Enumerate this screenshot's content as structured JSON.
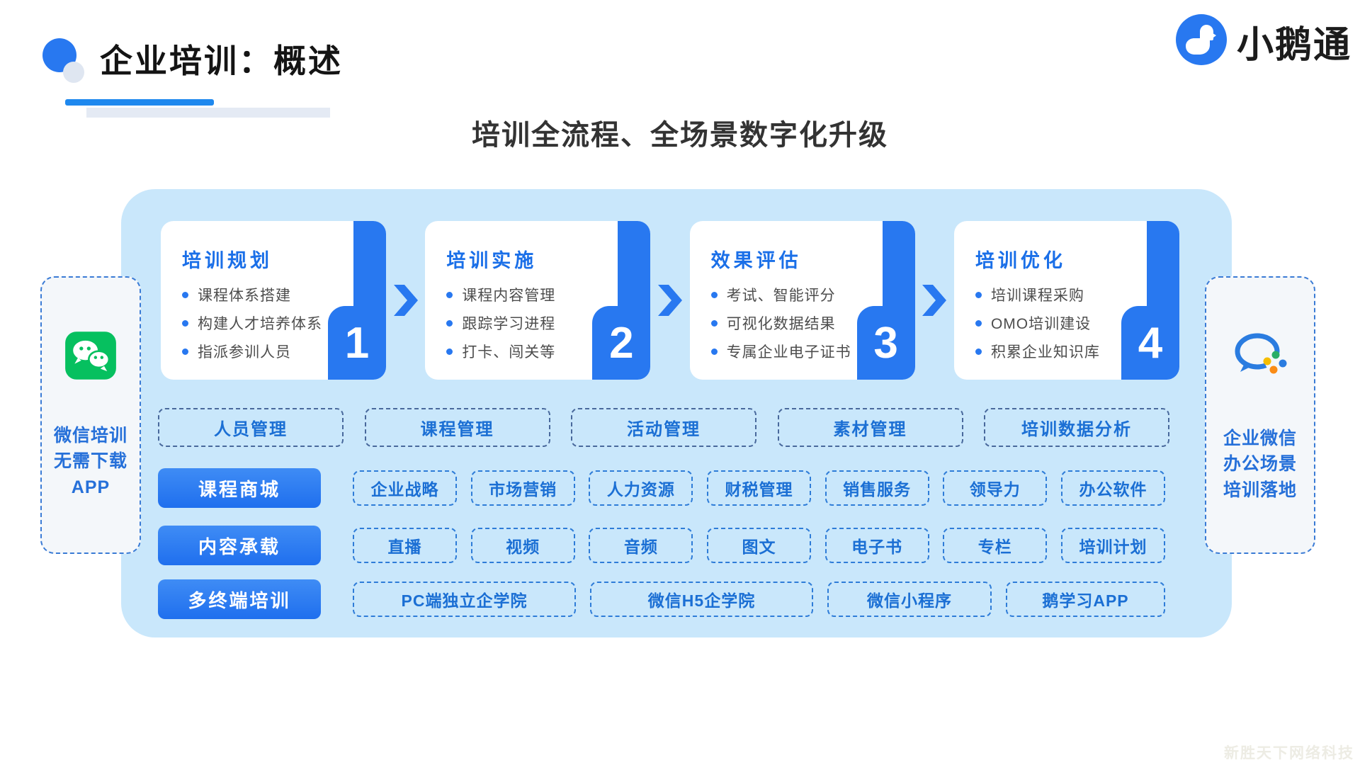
{
  "header": {
    "title": "企业培训：概述",
    "logo_text": "小鹅通"
  },
  "subtitle": "培训全流程、全场景数字化升级",
  "sides": {
    "left": {
      "label": "微信培训\n无需下载\nAPP"
    },
    "right": {
      "label": "企业微信\n办公场景\n培训落地"
    }
  },
  "steps": [
    {
      "num": "1",
      "title": "培训规划",
      "bullets": [
        "课程体系搭建",
        "构建人才培养体系",
        "指派参训人员"
      ]
    },
    {
      "num": "2",
      "title": "培训实施",
      "bullets": [
        "课程内容管理",
        "跟踪学习进程",
        "打卡、闯关等"
      ]
    },
    {
      "num": "3",
      "title": "效果评估",
      "bullets": [
        "考试、智能评分",
        "可视化数据结果",
        "专属企业电子证书"
      ]
    },
    {
      "num": "4",
      "title": "培训优化",
      "bullets": [
        "培训课程采购",
        "OMO培训建设",
        "积累企业知识库"
      ]
    }
  ],
  "management": {
    "items": [
      "人员管理",
      "课程管理",
      "活动管理",
      "素材管理",
      "培训数据分析"
    ]
  },
  "feature_rows": [
    {
      "label": "课程商城",
      "chips": [
        "企业战略",
        "市场营销",
        "人力资源",
        "财税管理",
        "销售服务",
        "领导力",
        "办公软件"
      ]
    },
    {
      "label": "内容承载",
      "chips": [
        "直播",
        "视频",
        "音频",
        "图文",
        "电子书",
        "专栏",
        "培训计划"
      ]
    },
    {
      "label": "多终端培训",
      "chips": [
        "PC端独立企学院",
        "微信H5企学院",
        "微信小程序",
        "鹅学习APP"
      ]
    }
  ],
  "watermark": "新胜天下网络科技",
  "colors": {
    "accent_blue": "#2878f0",
    "panel_blue": "#c9e7fb",
    "chip_text_blue": "#1b6fd4",
    "dashed_navy": "#49699c",
    "wechat_green": "#06c05f",
    "title_black": "#141414"
  }
}
